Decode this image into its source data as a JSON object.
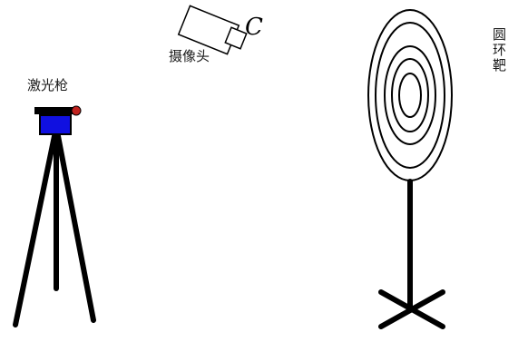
{
  "labels": {
    "laser": "激光枪",
    "camera": "摄像头",
    "target": "圆环靶"
  },
  "camera_symbol": "C",
  "colors": {
    "stroke": "#000000",
    "laser_body": "#1010e0",
    "laser_tip": "#c0221e",
    "background": "#ffffff"
  },
  "icons": {
    "laser_gun": "laser-gun-icon",
    "camera": "camera-icon",
    "target": "ring-target-icon"
  }
}
